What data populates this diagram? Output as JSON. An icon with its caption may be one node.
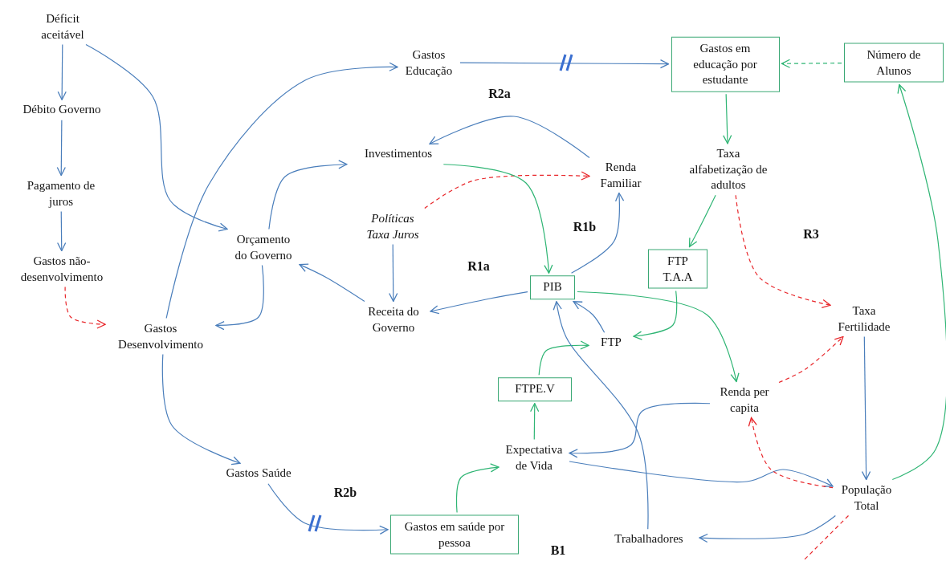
{
  "diagram": {
    "nodes": [
      {
        "text": [
          "Déficit aceitável"
        ]
      },
      {
        "text": [
          "Gastos Educação"
        ]
      },
      {
        "text": [
          "Gastos em educação por estudante"
        ]
      },
      {
        "text": [
          "Número de Alunos"
        ]
      },
      {
        "text": [
          "Débito Governo"
        ]
      },
      {
        "text": [
          "Investimentos"
        ]
      },
      {
        "text": [
          "Renda Familiar"
        ]
      },
      {
        "text": [
          "Taxa alfabetização de adultos"
        ]
      },
      {
        "text": [
          "Pagamento de juros"
        ]
      },
      {
        "text": [
          "Políticas Taxa Juros"
        ]
      },
      {
        "text": [
          "Orçamento do Governo"
        ]
      },
      {
        "text": [
          "FTP T.A.A"
        ]
      },
      {
        "text": [
          "Gastos não-desenvolvimento"
        ]
      },
      {
        "text": [
          "PIB"
        ]
      },
      {
        "text": [
          "Gastos Desenvolvimento"
        ]
      },
      {
        "text": [
          "Receita do Governo"
        ]
      },
      {
        "text": [
          "FTP"
        ]
      },
      {
        "text": [
          "Taxa Fertilidade"
        ]
      },
      {
        "text": [
          "FTPE.V"
        ]
      },
      {
        "text": [
          "Renda per capita"
        ]
      },
      {
        "text": [
          "Expectativa de Vida"
        ]
      },
      {
        "text": [
          "Gastos Saúde"
        ]
      },
      {
        "text": [
          "População Total"
        ]
      },
      {
        "text": [
          "Gastos em saúde por pessoa"
        ]
      },
      {
        "text": [
          "Trabalhadores"
        ]
      }
    ],
    "edges": [
      {
        "from": 0,
        "to": 10,
        "arrow": "to"
      },
      {
        "from": 0,
        "to": 4,
        "arrow": "to"
      },
      {
        "from": 4,
        "to": 8,
        "arrow": "to"
      },
      {
        "from": 8,
        "to": 12,
        "arrow": "to"
      },
      {
        "from": 12,
        "to": 14,
        "arrow": "to",
        "style": "dashed",
        "color": "#e8262a"
      },
      {
        "from": 14,
        "to": 1,
        "arrow": "to"
      },
      {
        "from": 10,
        "to": 5,
        "arrow": "to"
      },
      {
        "from": 10,
        "to": 14,
        "arrow": "to"
      },
      {
        "from": 15,
        "to": 10,
        "arrow": "to"
      },
      {
        "from": 9,
        "to": 15,
        "arrow": "to"
      },
      {
        "from": 9,
        "to": 6,
        "arrow": "to",
        "style": "dashed",
        "color": "#e8262a"
      },
      {
        "from": 6,
        "to": 5,
        "arrow": "to"
      },
      {
        "from": 5,
        "to": 13,
        "arrow": "to",
        "color": "#2fb574"
      },
      {
        "from": 13,
        "to": 6,
        "arrow": "to"
      },
      {
        "from": 13,
        "to": 15,
        "arrow": "to"
      },
      {
        "from": 13,
        "to": 19,
        "arrow": "to",
        "color": "#2fb574"
      },
      {
        "from": 1,
        "to": 2,
        "arrow": "to"
      },
      {
        "from": 3,
        "to": 2,
        "arrow": "to",
        "style": "dashed",
        "color": "#2fb574"
      },
      {
        "from": 2,
        "to": 7,
        "arrow": "to",
        "color": "#2fb574"
      },
      {
        "from": 7,
        "to": 11,
        "arrow": "to",
        "color": "#2fb574"
      },
      {
        "from": 7,
        "to": 17,
        "arrow": "to",
        "style": "dashed",
        "color": "#e8262a"
      },
      {
        "from": 11,
        "to": 16,
        "arrow": "to",
        "color": "#2fb574"
      },
      {
        "from": 16,
        "to": 13,
        "arrow": "to"
      },
      {
        "from": 18,
        "to": 16,
        "arrow": "to",
        "color": "#2fb574"
      },
      {
        "from": 20,
        "to": 18,
        "arrow": "to",
        "color": "#2fb574"
      },
      {
        "from": 23,
        "to": 20,
        "arrow": "to",
        "color": "#2fb574"
      },
      {
        "from": 14,
        "to": 21,
        "arrow": "to"
      },
      {
        "from": 21,
        "to": 23,
        "arrow": "to"
      },
      {
        "from": 19,
        "to": 20,
        "arrow": "to"
      },
      {
        "from": 19,
        "to": 17,
        "arrow": "to",
        "style": "dashed",
        "color": "#e8262a"
      },
      {
        "from": 17,
        "to": 22,
        "arrow": "to"
      },
      {
        "from": 20,
        "to": 22,
        "arrow": "to"
      },
      {
        "from": 22,
        "to": 19,
        "arrow": "to",
        "style": "dashed",
        "color": "#e8262a"
      },
      {
        "from": 22,
        "to": 24,
        "arrow": "to"
      },
      {
        "from": 24,
        "to": 13,
        "arrow": "to"
      },
      {
        "from": 22,
        "to": 3,
        "arrow": "to",
        "color": "#2fb574"
      },
      {
        "from": 22,
        "to": null,
        "arrow": "none",
        "style": "dashed",
        "color": "#e8262a"
      }
    ],
    "labels": [
      "R2a",
      "R1b",
      "R3",
      "R1a",
      "R2b",
      "B1"
    ]
  }
}
